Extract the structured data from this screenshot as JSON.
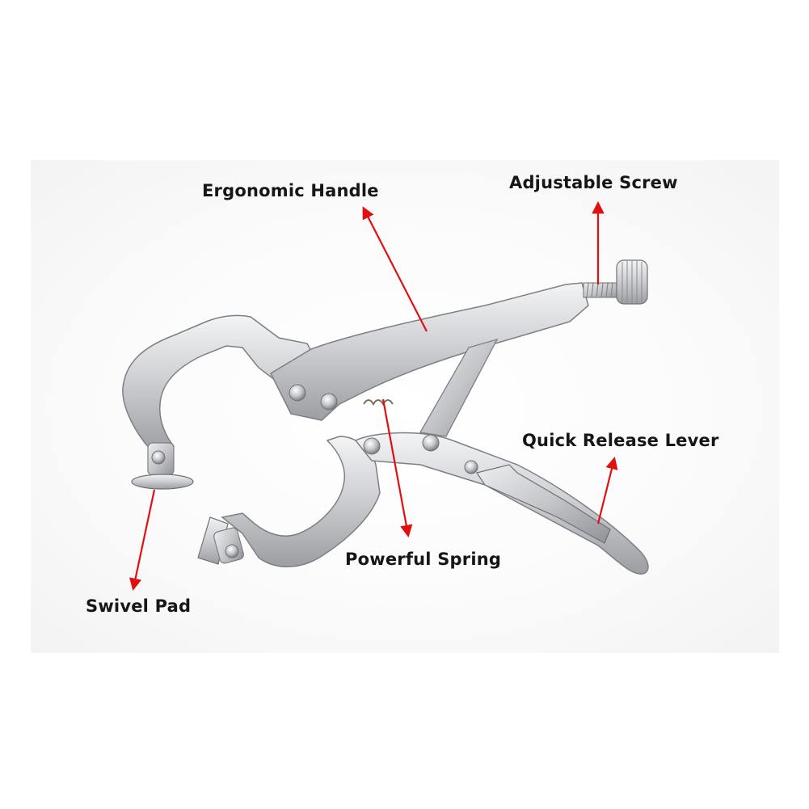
{
  "labels": {
    "ergonomic_handle": "Ergonomic Handle",
    "adjustable_screw": "Adjustable Screw",
    "quick_release_lever": "Quick Release Lever",
    "powerful_spring": "Powerful Spring",
    "swivel_pad": "Swivel Pad"
  },
  "colors": {
    "arrow": "#e01010",
    "text": "#161616",
    "metal": "#c9cacd",
    "metal_dark": "#8f9196",
    "metal_light": "#eef0f2"
  }
}
